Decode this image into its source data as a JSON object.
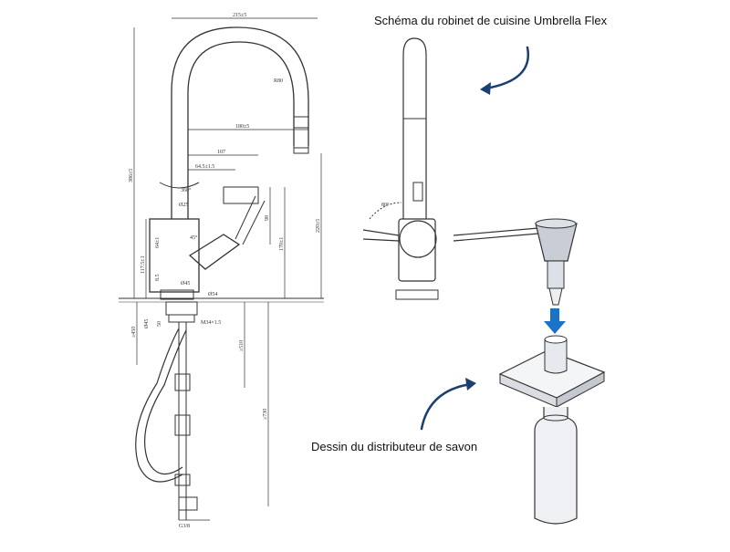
{
  "captions": {
    "faucet": "Schéma du robinet de cuisine Umbrella Flex",
    "soap": "Dessin du distributeur de savon"
  },
  "dimensions": {
    "width_top": "215±5",
    "radius": "R80",
    "spout_reach": "180±5",
    "d107": "107",
    "d64": "64.5±1.5",
    "height_total": "386±5",
    "height_spout": "220±5",
    "height_body": "117.5±1",
    "h64": "64±1",
    "h170": "170±1",
    "h98": "98",
    "rot": "360°",
    "dia_top": "Ø25",
    "dia_body": "Ø45",
    "dia_base": "Ø54",
    "angle": "45°",
    "h8": "8.5",
    "h50": "50",
    "h45": "Ø45",
    "thread": "M34×1.5",
    "h450": "≥450",
    "h510": "≥510",
    "h730": "≥730",
    "g38": "G3/8",
    "side_angle": "80°"
  },
  "colors": {
    "line": "#333333",
    "arrow": "#1b3f73",
    "blue_arrow": "#1a73c7",
    "pump_grey": "#c9ced6"
  }
}
